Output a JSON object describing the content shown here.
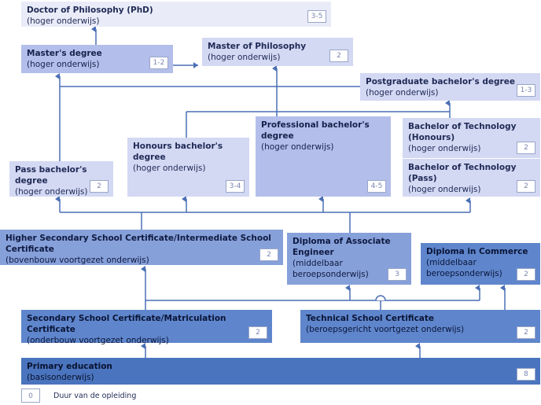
{
  "boxes": {
    "phd": {
      "title": "Doctor of Philosophy (PhD)",
      "sub": "(hoger onderwijs)",
      "dur": "3-5"
    },
    "masters": {
      "title": "Master's degree",
      "sub": "(hoger onderwijs)",
      "dur": "1-2"
    },
    "mphil": {
      "title": "Master of Philosophy",
      "sub": "(hoger onderwijs)",
      "dur": "2"
    },
    "postgrad": {
      "title": "Postgraduate bachelor's degree",
      "sub": "(hoger onderwijs)",
      "dur": "1-3"
    },
    "pass": {
      "title": "Pass bachelor's degree",
      "sub": "(hoger onderwijs)",
      "dur": "2"
    },
    "honours": {
      "title": "Honours bachelor's degree",
      "sub": "(hoger onderwijs)",
      "dur": "3-4"
    },
    "professional": {
      "title": "Professional bachelor's degree",
      "sub": "(hoger onderwijs)",
      "dur": "4-5"
    },
    "btech_hon": {
      "title": "Bachelor of Technology (Honours)",
      "sub": "(hoger onderwijs)",
      "dur": "2"
    },
    "btech_pass": {
      "title": "Bachelor of Technology (Pass)",
      "sub": "(hoger onderwijs)",
      "dur": "2"
    },
    "hssc": {
      "title": "Higher Secondary School Certificate/Intermediate School Certificate",
      "sub": "(bovenbouw voortgezet onderwijs)",
      "dur": "2"
    },
    "dae": {
      "title": "Diploma of Associate Engineer",
      "sub": "(middelbaar beroepsonderwijs)",
      "dur": "3"
    },
    "dcom": {
      "title": "Diploma in Commerce",
      "sub": "(middelbaar beroepsonderwijs)",
      "dur": "2"
    },
    "ssc": {
      "title": "Secondary School Certificate/Matriculation Certificate",
      "sub": "(onderbouw voortgezet onderwijs)",
      "dur": "2"
    },
    "tsc": {
      "title": "Technical School Certificate",
      "sub": "(beroepsgericht voortgezet onderwijs)",
      "dur": "2"
    },
    "primary": {
      "title": "Primary education",
      "sub": "(basisonderwijs)",
      "dur": "8"
    }
  },
  "legend": {
    "box": "0",
    "label": "Duur van de opleiding"
  },
  "colors": {
    "line": "#4a6fb5"
  }
}
